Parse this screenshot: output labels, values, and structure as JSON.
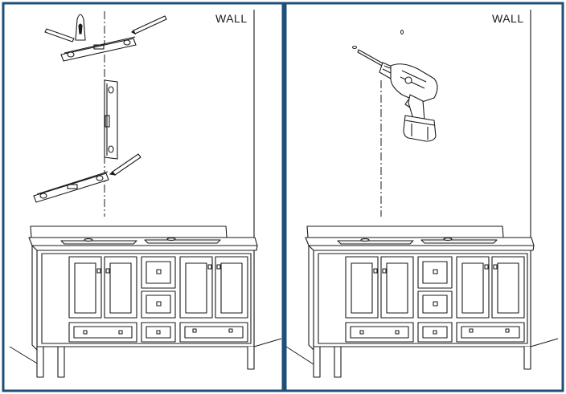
{
  "panels": [
    {
      "id": "left",
      "wall_label": "WALL"
    },
    {
      "id": "right",
      "wall_label": "WALL"
    }
  ],
  "colors": {
    "border": "#1e4f7a",
    "line": "#1a1a1a",
    "background": "#ffffff"
  },
  "icons": {
    "level": "level-icon",
    "anchor": "wall-anchor-icon",
    "drill": "drill-icon",
    "vanity": "vanity-icon"
  }
}
